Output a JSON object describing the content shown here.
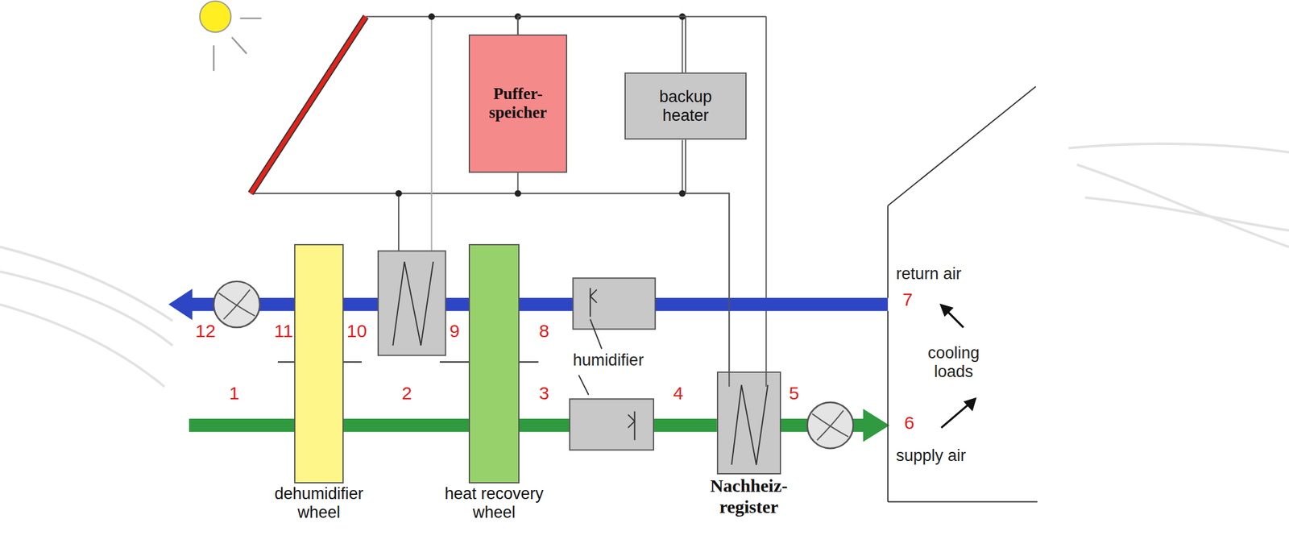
{
  "diagram": {
    "nodes": [
      {
        "text": [
          "Puffer- speicher"
        ]
      },
      {
        "text": [
          "backup heater"
        ]
      },
      {
        "text": [
          "dehumidifier wheel"
        ]
      },
      {
        "text": [
          "heat recovery wheel"
        ]
      },
      {
        "text": [
          "Nachheiz- register"
        ]
      }
    ],
    "edges": [
      {
        "from": 0,
        "to": 1,
        "arrow": "none"
      },
      {
        "from": 1,
        "to": 4,
        "arrow": "none"
      }
    ],
    "labels": [
      "return air",
      "7",
      "12",
      "11",
      "10",
      "9",
      "8",
      "humidifier",
      "cooling loads",
      "1",
      "2",
      "3",
      "4",
      "5",
      "6",
      "supply air"
    ]
  }
}
